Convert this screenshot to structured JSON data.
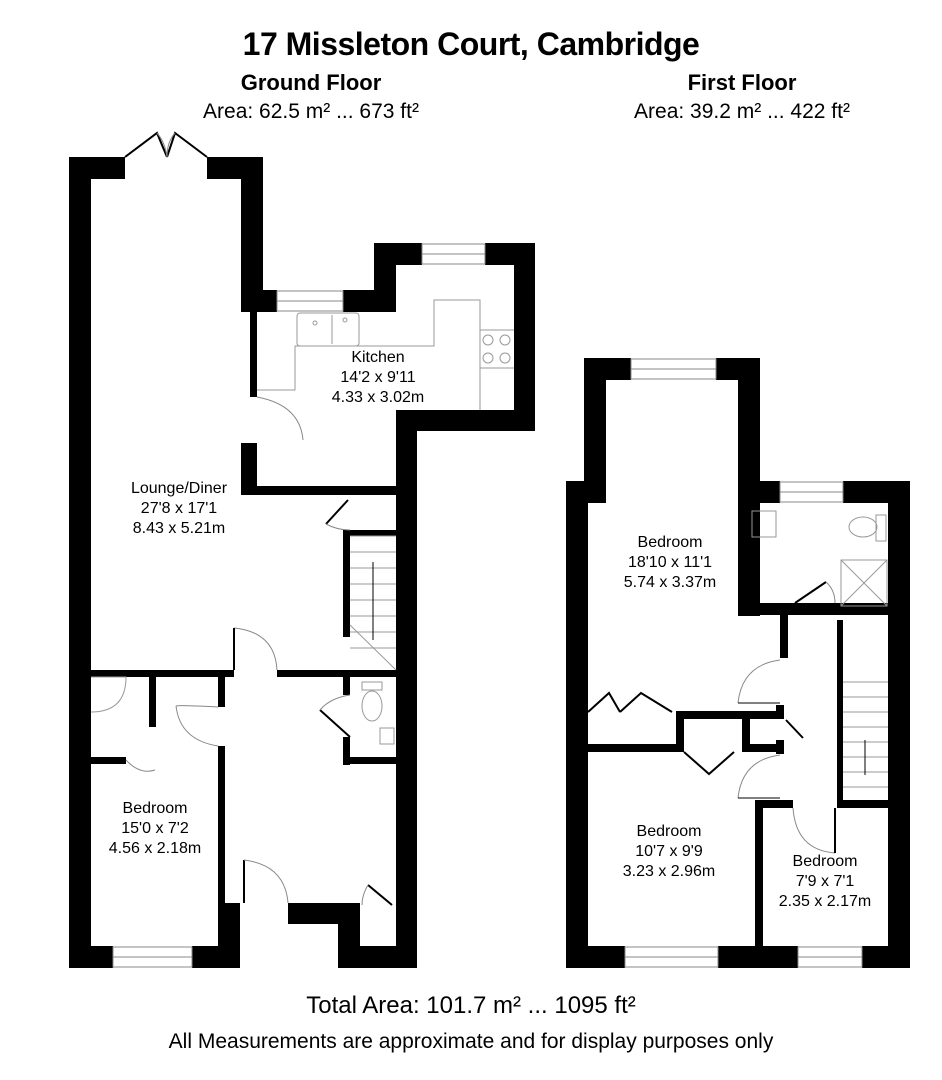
{
  "header": {
    "title": "17 Missleton Court, Cambridge"
  },
  "floors": {
    "ground": {
      "title": "Ground Floor",
      "area": "Area: 62.5 m² ... 673 ft²",
      "rooms": [
        {
          "name": "Kitchen",
          "imperial": "14'2 x 9'11",
          "metric": "4.33 x 3.02m"
        },
        {
          "name": "Lounge/Diner",
          "imperial": "27'8 x 17'1",
          "metric": "8.43 x 5.21m"
        },
        {
          "name": "Bedroom",
          "imperial": "15'0 x 7'2",
          "metric": "4.56 x 2.18m"
        }
      ]
    },
    "first": {
      "title": "First Floor",
      "area": "Area: 39.2 m² ... 422 ft²",
      "rooms": [
        {
          "name": "Bedroom",
          "imperial": "18'10 x 11'1",
          "metric": "5.74 x 3.37m"
        },
        {
          "name": "Bedroom",
          "imperial": "10'7 x 9'9",
          "metric": "3.23 x 2.96m"
        },
        {
          "name": "Bedroom",
          "imperial": "7'9 x 7'1",
          "metric": "2.35 x 2.17m"
        }
      ]
    }
  },
  "footer": {
    "total_area": "Total Area: 101.7 m²  ...  1095 ft²",
    "disclaimer": "All Measurements are approximate and for display purposes only"
  },
  "colors": {
    "wall": "#000000",
    "fixture_line": "#999999",
    "background": "#ffffff"
  }
}
